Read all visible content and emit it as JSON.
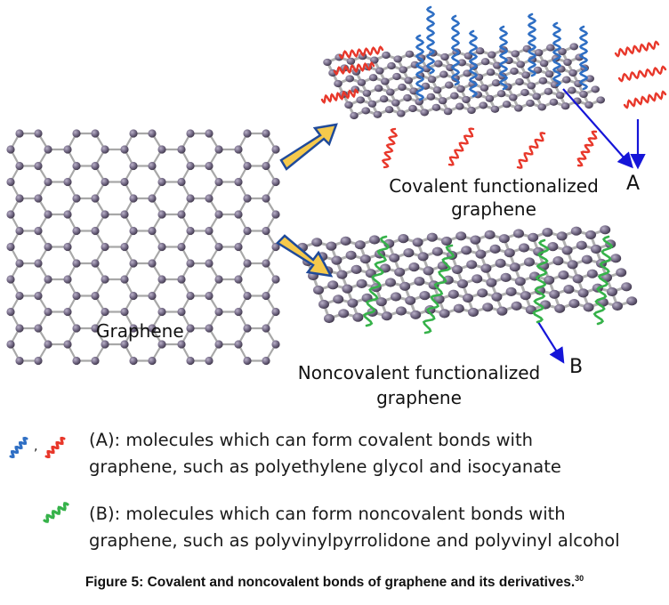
{
  "figure": {
    "panels": {
      "graphene": {
        "label": "Graphene"
      },
      "covalent": {
        "label_line1": "Covalent functionalized",
        "label_line2": "graphene",
        "marker": "A"
      },
      "noncovalent": {
        "label_line1": "Noncovalent functionalized",
        "label_line2": "graphene",
        "marker": "B"
      }
    },
    "legend": [
      {
        "key": "A",
        "icon": "blue-and-red-wavy-chain-icon",
        "separator": ",",
        "line1": "(A): molecules which can form covalent bonds with",
        "line2": "graphene, such as polyethylene glycol and isocyanate"
      },
      {
        "key": "B",
        "icon": "green-wavy-chain-icon",
        "line1": "(B): molecules which can form noncovalent bonds with",
        "line2": "graphene, such as polyvinylpyrrolidone and polyvinyl alcohol"
      }
    ],
    "caption": {
      "text": "Figure 5: Covalent and noncovalent bonds of graphene and its derivatives.",
      "ref": "30"
    },
    "colors": {
      "atom": "#6e6480",
      "bond": "#a8a8a8",
      "arrow_fill": "#f5c94c",
      "arrow_stroke": "#1f4a9a",
      "covalent_blue": "#2f6fc4",
      "covalent_red": "#e8372a",
      "noncovalent_green": "#36b24a",
      "pointer_blue": "#1515d8"
    }
  }
}
